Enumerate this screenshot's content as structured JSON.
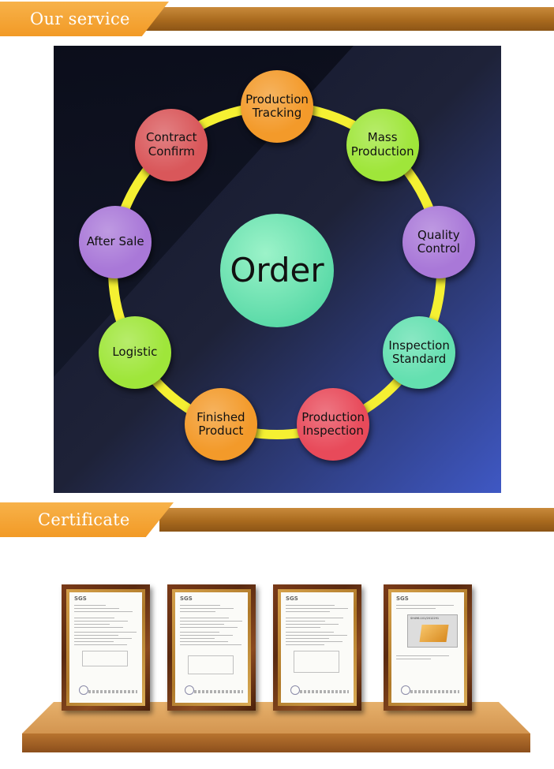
{
  "sections": {
    "service": {
      "title": "Our service"
    },
    "certificate": {
      "title": "Certificate"
    }
  },
  "diagram": {
    "center": "Order",
    "steps": [
      {
        "label": "Production\nTracking",
        "color": "#f39a2a"
      },
      {
        "label": "Mass\nProduction",
        "color": "#9fe63a"
      },
      {
        "label": "Quality\nControl",
        "color": "#a978d8"
      },
      {
        "label": "Inspection\nStandard",
        "color": "#64e0b0"
      },
      {
        "label": "Production\nInspection",
        "color": "#e84a5a"
      },
      {
        "label": "Finished\nProduct",
        "color": "#f39a2a"
      },
      {
        "label": "Logistic",
        "color": "#9fe63a"
      },
      {
        "label": "After Sale",
        "color": "#a978d8"
      },
      {
        "label": "Contract\nConfirm",
        "color": "#d9575a"
      }
    ],
    "ring_color": "#f5f032"
  },
  "certificates": [
    {
      "brand": "SGS",
      "kind": "report"
    },
    {
      "brand": "SGS",
      "kind": "report"
    },
    {
      "brand": "SGS",
      "kind": "report"
    },
    {
      "brand": "SGS",
      "kind": "photo",
      "photo_tag": "SH496.101/2012291"
    }
  ]
}
